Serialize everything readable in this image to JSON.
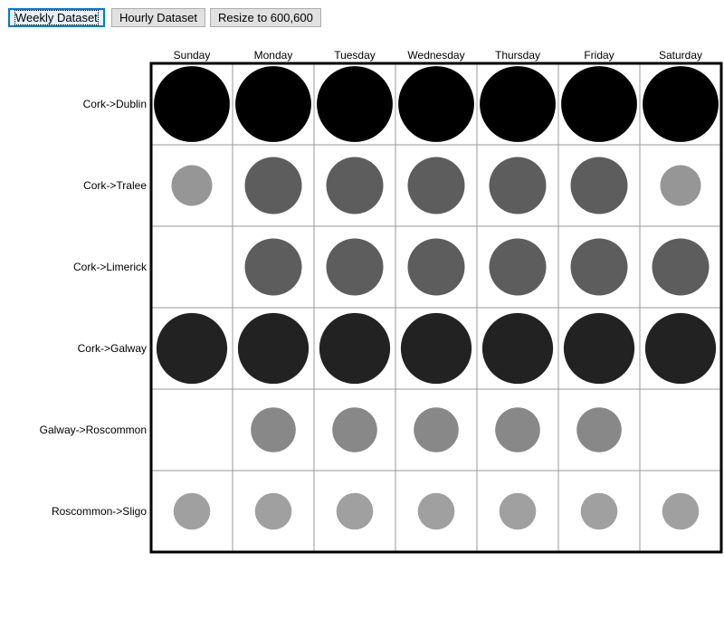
{
  "toolbar": {
    "buttons": [
      {
        "label": "Weekly Dataset",
        "active": true
      },
      {
        "label": "Hourly Dataset",
        "active": false
      },
      {
        "label": "Resize to 600,600",
        "active": false
      }
    ]
  },
  "chart_data": {
    "type": "heatmap",
    "encoding": "circle size and grayscale shade represent value",
    "columns": [
      "Sunday",
      "Monday",
      "Tuesday",
      "Wednesday",
      "Thursday",
      "Friday",
      "Saturday"
    ],
    "rows": [
      "Cork->Dublin",
      "Cork->Tralee",
      "Cork->Limerick",
      "Cork->Galway",
      "Galway->Roscommon",
      "Roscommon->Sligo"
    ],
    "values": [
      [
        0.93,
        0.93,
        0.93,
        0.93,
        0.93,
        0.93,
        0.93
      ],
      [
        0.5,
        0.7,
        0.7,
        0.7,
        0.7,
        0.7,
        0.5
      ],
      [
        0.0,
        0.7,
        0.7,
        0.7,
        0.7,
        0.7,
        0.7
      ],
      [
        0.87,
        0.87,
        0.87,
        0.87,
        0.87,
        0.87,
        0.87
      ],
      [
        0.0,
        0.55,
        0.55,
        0.55,
        0.55,
        0.55,
        0.0
      ],
      [
        0.45,
        0.45,
        0.45,
        0.45,
        0.45,
        0.45,
        0.45
      ]
    ],
    "colors": {
      "Cork->Dublin": "#000000",
      "Cork->Tralee_high": "#5d5d5d",
      "Cork->Tralee_low": "#969696",
      "Cork->Limerick": "#5d5d5d",
      "Cork->Galway": "#222222",
      "Galway->Roscommon": "#888888",
      "Roscommon->Sligo": "#a0a0a0"
    },
    "cell_colors": [
      [
        "#000000",
        "#000000",
        "#000000",
        "#000000",
        "#000000",
        "#000000",
        "#000000"
      ],
      [
        "#969696",
        "#5d5d5d",
        "#5d5d5d",
        "#5d5d5d",
        "#5d5d5d",
        "#5d5d5d",
        "#969696"
      ],
      [
        null,
        "#5d5d5d",
        "#5d5d5d",
        "#5d5d5d",
        "#5d5d5d",
        "#5d5d5d",
        "#5d5d5d"
      ],
      [
        "#222222",
        "#222222",
        "#222222",
        "#222222",
        "#222222",
        "#222222",
        "#222222"
      ],
      [
        null,
        "#888888",
        "#888888",
        "#888888",
        "#888888",
        "#888888",
        null
      ],
      [
        "#a0a0a0",
        "#a0a0a0",
        "#a0a0a0",
        "#a0a0a0",
        "#a0a0a0",
        "#a0a0a0",
        "#a0a0a0"
      ]
    ],
    "grid": true,
    "gridColor": "#999999",
    "borderColor": "#000000"
  }
}
